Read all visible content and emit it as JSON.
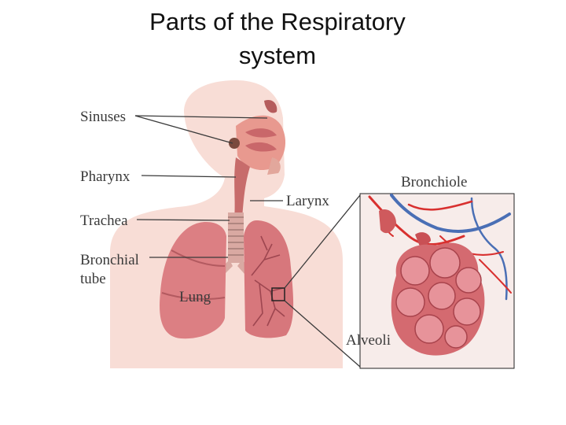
{
  "slide": {
    "title_line1": "Parts of the Respiratory",
    "title_line2": "system"
  },
  "diagram": {
    "labels": {
      "sinuses": "Sinuses",
      "pharynx": "Pharynx",
      "trachea": "Trachea",
      "bronchial_line1": "Bronchial",
      "bronchial_line2": "tube",
      "larynx": "Larynx",
      "lung": "Lung",
      "bronchiole": "Bronchiole",
      "alveoli": "Alveoli"
    },
    "colors": {
      "skin": "#f6d9d2",
      "lung": "#d9787d",
      "lung_dark": "#b95a61",
      "inset_bg": "#f7ebe8",
      "vein": "#4a6fb5",
      "artery": "#d8302f"
    }
  }
}
